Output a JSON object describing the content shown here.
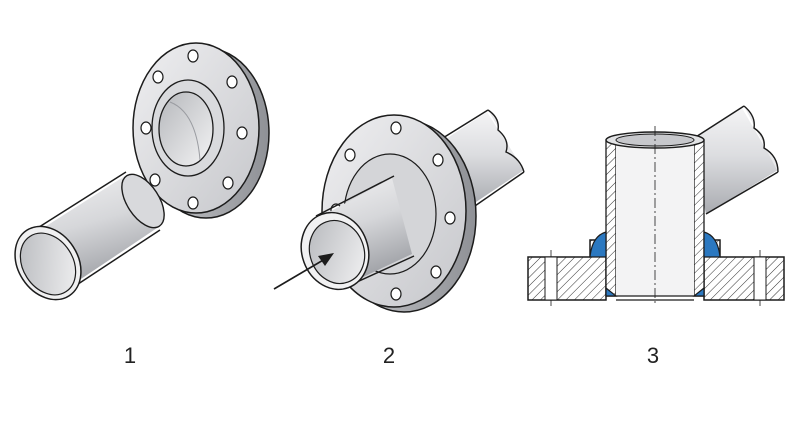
{
  "steps": [
    {
      "label": "1"
    },
    {
      "label": "2"
    },
    {
      "label": "3"
    }
  ],
  "colors": {
    "metal_light": "#e8e8ea",
    "metal_mid": "#cfd0d3",
    "metal_dark": "#a9abb0",
    "outline": "#1c1c1c",
    "weld": "#2b78c0",
    "hatch": "#333333"
  }
}
